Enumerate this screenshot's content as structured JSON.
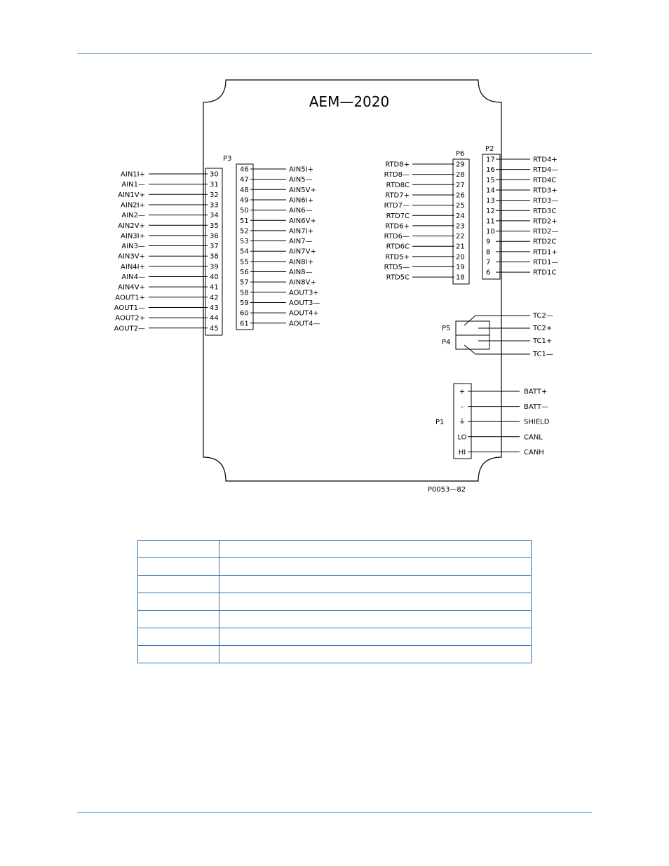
{
  "diagram": {
    "title": "AEM—2020",
    "figure_id": "P0053—82",
    "connectors": {
      "p3_label": "P3",
      "p6_label": "P6",
      "p2_label": "P2",
      "p5_label": "P5",
      "p4_label": "P4",
      "p1_label": "P1"
    },
    "p3_left": [
      {
        "pin": "30",
        "label": "AIN1I+"
      },
      {
        "pin": "31",
        "label": "AIN1—"
      },
      {
        "pin": "32",
        "label": "AIN1V+"
      },
      {
        "pin": "33",
        "label": "AIN2I+"
      },
      {
        "pin": "34",
        "label": "AIN2—"
      },
      {
        "pin": "35",
        "label": "AIN2V+"
      },
      {
        "pin": "36",
        "label": "AIN3I+"
      },
      {
        "pin": "37",
        "label": "AIN3—"
      },
      {
        "pin": "38",
        "label": "AIN3V+"
      },
      {
        "pin": "39",
        "label": "AIN4I+"
      },
      {
        "pin": "40",
        "label": "AIN4—"
      },
      {
        "pin": "41",
        "label": "AIN4V+"
      },
      {
        "pin": "42",
        "label": "AOUT1+"
      },
      {
        "pin": "43",
        "label": "AOUT1—"
      },
      {
        "pin": "44",
        "label": "AOUT2+"
      },
      {
        "pin": "45",
        "label": "AOUT2—"
      }
    ],
    "p3_right": [
      {
        "pin": "46",
        "label": "AIN5I+"
      },
      {
        "pin": "47",
        "label": "AIN5—"
      },
      {
        "pin": "48",
        "label": "AIN5V+"
      },
      {
        "pin": "49",
        "label": "AIN6I+"
      },
      {
        "pin": "50",
        "label": "AIN6—"
      },
      {
        "pin": "51",
        "label": "AIN6V+"
      },
      {
        "pin": "52",
        "label": "AIN7I+"
      },
      {
        "pin": "53",
        "label": "AIN7—"
      },
      {
        "pin": "54",
        "label": "AIN7V+"
      },
      {
        "pin": "55",
        "label": "AIN8I+"
      },
      {
        "pin": "56",
        "label": "AIN8—"
      },
      {
        "pin": "57",
        "label": "AIN8V+"
      },
      {
        "pin": "58",
        "label": "AOUT3+"
      },
      {
        "pin": "59",
        "label": "AOUT3—"
      },
      {
        "pin": "60",
        "label": "AOUT4+"
      },
      {
        "pin": "61",
        "label": "AOUT4—"
      }
    ],
    "p6": [
      {
        "pin": "29",
        "label": "RTD8+"
      },
      {
        "pin": "28",
        "label": "RTD8—"
      },
      {
        "pin": "27",
        "label": "RTD8C"
      },
      {
        "pin": "26",
        "label": "RTD7+"
      },
      {
        "pin": "25",
        "label": "RTD7—"
      },
      {
        "pin": "24",
        "label": "RTD7C"
      },
      {
        "pin": "23",
        "label": "RTD6+"
      },
      {
        "pin": "22",
        "label": "RTD6—"
      },
      {
        "pin": "21",
        "label": "RTD6C"
      },
      {
        "pin": "20",
        "label": "RTD5+"
      },
      {
        "pin": "19",
        "label": "RTD5—"
      },
      {
        "pin": "18",
        "label": "RTD5C"
      }
    ],
    "p2": [
      {
        "pin": "17",
        "label": "RTD4+"
      },
      {
        "pin": "16",
        "label": "RTD4—"
      },
      {
        "pin": "15",
        "label": "RTD4C"
      },
      {
        "pin": "14",
        "label": "RTD3+"
      },
      {
        "pin": "13",
        "label": "RTD3—"
      },
      {
        "pin": "12",
        "label": "RTD3C"
      },
      {
        "pin": "11",
        "label": "RTD2+"
      },
      {
        "pin": "10",
        "label": "RTD2—"
      },
      {
        "pin": "9",
        "label": "RTD2C"
      },
      {
        "pin": "8",
        "label": "RTD1+"
      },
      {
        "pin": "7",
        "label": "RTD1—"
      },
      {
        "pin": "6",
        "label": "RTD1C"
      }
    ],
    "thermocouple": [
      "TC2—",
      "TC2+",
      "TC1+",
      "TC1—"
    ],
    "p1": [
      {
        "pin": "+",
        "label": "BATT+"
      },
      {
        "pin": "–",
        "label": "BATT—"
      },
      {
        "pin": "⏚",
        "label": "SHIELD"
      },
      {
        "pin": "LO",
        "label": "CANL"
      },
      {
        "pin": "HI",
        "label": "CANH"
      }
    ]
  },
  "table": {
    "rows": [
      [
        "",
        ""
      ],
      [
        "",
        ""
      ],
      [
        "",
        ""
      ],
      [
        "",
        ""
      ],
      [
        "",
        ""
      ],
      [
        "",
        ""
      ],
      [
        "",
        ""
      ]
    ]
  }
}
